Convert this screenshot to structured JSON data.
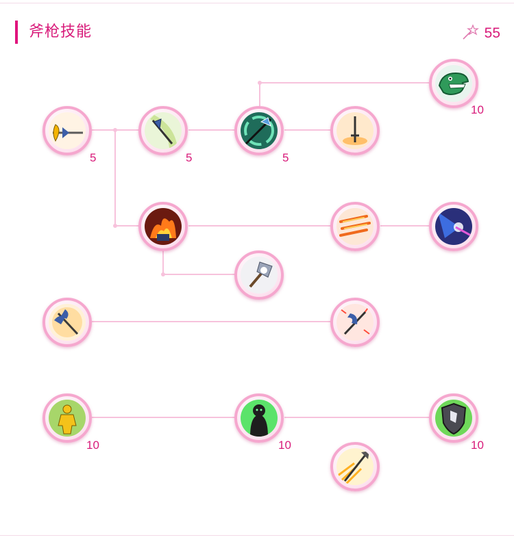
{
  "header": {
    "title": "斧枪技能",
    "points": "55"
  },
  "skills": [
    {
      "icon": "dragon-head-icon",
      "level": "10"
    },
    {
      "icon": "halberd-basic-icon",
      "level": "5"
    },
    {
      "icon": "halberd-swing-icon",
      "level": "5"
    },
    {
      "icon": "halberd-whirl-icon",
      "level": "5"
    },
    {
      "icon": "sword-stand-icon",
      "level": ""
    },
    {
      "icon": "flame-burst-icon",
      "level": ""
    },
    {
      "icon": "fire-streaks-icon",
      "level": ""
    },
    {
      "icon": "drill-lance-icon",
      "level": ""
    },
    {
      "icon": "axe-strike-icon",
      "level": ""
    },
    {
      "icon": "golden-axe-icon",
      "level": ""
    },
    {
      "icon": "blue-halberd-icon",
      "level": ""
    },
    {
      "icon": "golden-warrior-icon",
      "level": "10"
    },
    {
      "icon": "green-shadow-icon",
      "level": "10"
    },
    {
      "icon": "shield-icon",
      "level": "10"
    },
    {
      "icon": "spear-burst-icon",
      "level": ""
    }
  ]
}
